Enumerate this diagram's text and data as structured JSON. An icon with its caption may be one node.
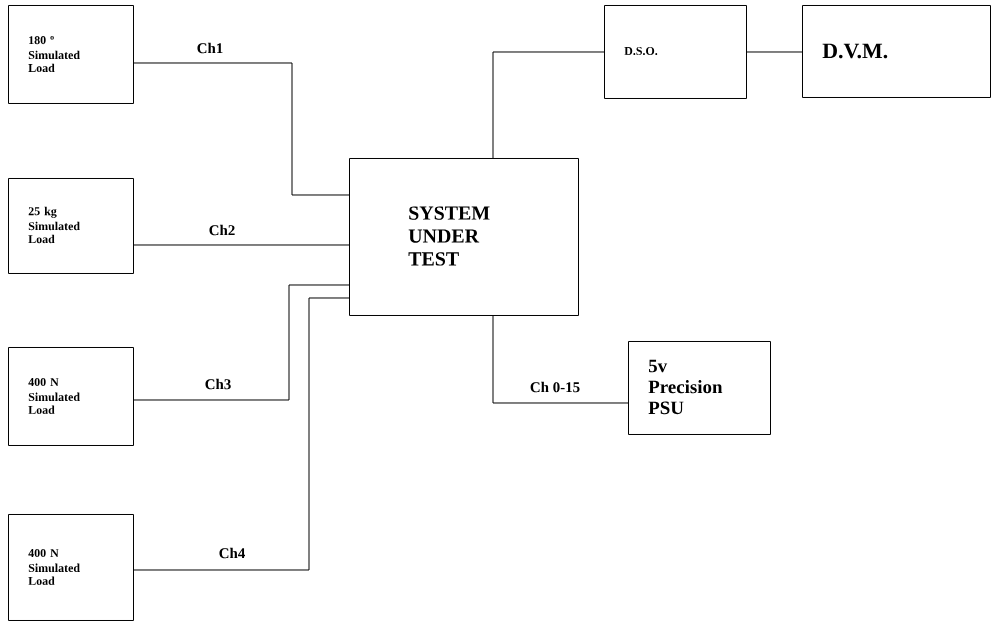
{
  "diagram": {
    "nodes": [
      {
        "text": [
          "180 $^{o}$",
          "Simulated Load"
        ]
      },
      {
        "text": [
          "25 kg",
          "Simulated Load"
        ]
      },
      {
        "text": [
          "400 N",
          "Simulated Load"
        ]
      },
      {
        "text": [
          "400 N",
          "Simulated Load"
        ]
      },
      {
        "text": [
          "SYSTEM UNDER TEST"
        ]
      },
      {
        "text": [
          "D.S.O."
        ]
      },
      {
        "text": [
          "D.V.M."
        ]
      },
      {
        "text": [
          "5v Precision PSU"
        ]
      }
    ],
    "edges": [
      {
        "from": 0,
        "to": 4,
        "arrow": "none",
        "label": "Ch1"
      },
      {
        "from": 1,
        "to": 4,
        "arrow": "none",
        "label": "Ch2"
      },
      {
        "from": 2,
        "to": 4,
        "arrow": "none",
        "label": "Ch3"
      },
      {
        "from": 3,
        "to": 4,
        "arrow": "none",
        "label": "Ch4"
      },
      {
        "from": 4,
        "to": 5,
        "arrow": "none"
      },
      {
        "from": 5,
        "to": 6,
        "arrow": "none"
      },
      {
        "from": 4,
        "to": 7,
        "arrow": "none",
        "label": "Ch 0-15"
      }
    ]
  }
}
